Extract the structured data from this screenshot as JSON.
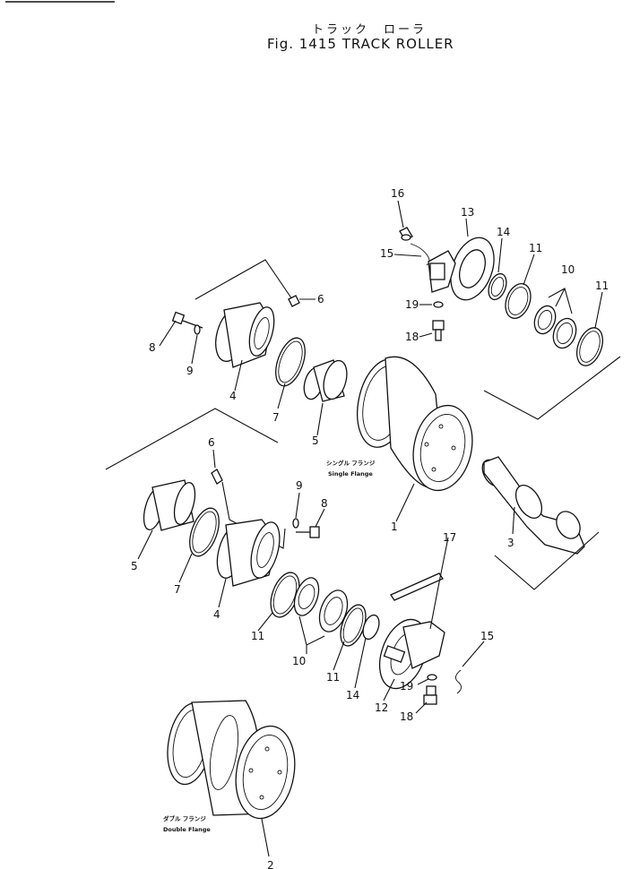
{
  "header": {
    "title_jp": "トラック　ローラ",
    "title_en": "Fig. 1415   TRACK ROLLER"
  },
  "callouts": [
    {
      "id": "c16a",
      "label": "16"
    },
    {
      "id": "c13",
      "label": "13"
    },
    {
      "id": "c14a",
      "label": "14"
    },
    {
      "id": "c11a",
      "label": "11"
    },
    {
      "id": "c10a",
      "label": "10"
    },
    {
      "id": "c11b",
      "label": "11"
    },
    {
      "id": "c15a",
      "label": "15"
    },
    {
      "id": "c19a",
      "label": "19"
    },
    {
      "id": "c18a",
      "label": "18"
    },
    {
      "id": "c6a",
      "label": "6"
    },
    {
      "id": "c8a",
      "label": "8"
    },
    {
      "id": "c9a",
      "label": "9"
    },
    {
      "id": "c4a",
      "label": "4"
    },
    {
      "id": "c7a",
      "label": "7"
    },
    {
      "id": "c5a",
      "label": "5"
    },
    {
      "id": "c1",
      "label": "1"
    },
    {
      "id": "c3",
      "label": "3"
    },
    {
      "id": "c6b",
      "label": "6"
    },
    {
      "id": "c9b",
      "label": "9"
    },
    {
      "id": "c8b",
      "label": "8"
    },
    {
      "id": "c5b",
      "label": "5"
    },
    {
      "id": "c7b",
      "label": "7"
    },
    {
      "id": "c4b",
      "label": "4"
    },
    {
      "id": "c11c",
      "label": "11"
    },
    {
      "id": "c10b",
      "label": "10"
    },
    {
      "id": "c11d",
      "label": "11"
    },
    {
      "id": "c14b",
      "label": "14"
    },
    {
      "id": "c12",
      "label": "12"
    },
    {
      "id": "c17",
      "label": "17"
    },
    {
      "id": "c15b",
      "label": "15"
    },
    {
      "id": "c19b",
      "label": "19"
    },
    {
      "id": "c18b",
      "label": "18"
    },
    {
      "id": "c2",
      "label": "2"
    }
  ],
  "captions": {
    "single_jp": "シングル フランジ",
    "single_en": "Single Flange",
    "double_jp": "ダブル フランジ",
    "double_en": "Double Flange"
  }
}
